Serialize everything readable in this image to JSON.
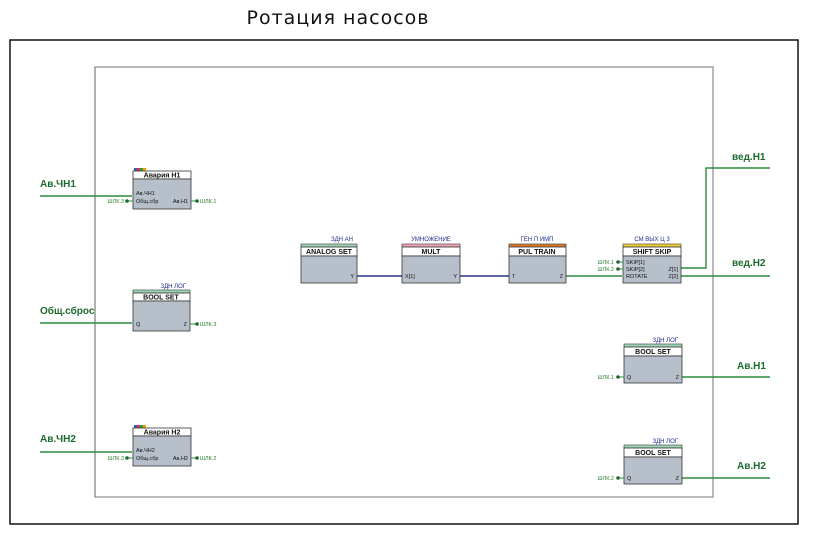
{
  "title": "Ротация насосов",
  "colors": {
    "frame": "#111111",
    "inner": "#8a8a8a",
    "wire_green": "#2f8a3a",
    "wire_blue": "#26348c",
    "block_body": "#b7c0ca",
    "block_border": "#333333",
    "header_green": "#9fd8b8",
    "header_pink": "#f3a6b8",
    "header_orange": "#e07a2a",
    "header_yellow": "#f1d332",
    "signal_text": "#1b6b2e"
  },
  "signals": {
    "in_av_chn1": "Ав.ЧН1",
    "in_reset": "Общ.сброс",
    "in_av_chn2": "Ав.ЧН2",
    "out_ved_n1": "вед.Н1",
    "out_ved_n2": "вед.Н2",
    "out_av_n1": "Ав.Н1",
    "out_av_n2": "Ав.Н2"
  },
  "blocks": {
    "alarm1": {
      "title": "Авария Н1",
      "in1": "Ав.ЧН1",
      "in2": "Общ.сбр",
      "out": "Ав.Н1",
      "left_tag": "ШЛК.3",
      "right_tag": "ШЛК.1"
    },
    "boolset1": {
      "caption": "ЗДН ЛОГ",
      "title": "BOOL SET",
      "port_in": "Q",
      "port_out": "Z",
      "right_tag": "ШЛК.3"
    },
    "alarm2": {
      "title": "Авария Н2",
      "in1": "Ав.ЧН2",
      "in2": "Общ.сбр",
      "out": "Ав.Н2",
      "left_tag": "ШЛК.3",
      "right_tag": "ШЛК.2"
    },
    "analogset": {
      "caption": "ЗДН АН",
      "title": "ANALOG SET",
      "port_out": "Y"
    },
    "mult": {
      "caption": "УМНОЖЕНИЕ",
      "title": "MULT",
      "port_in": "X[1]",
      "port_out": "Y"
    },
    "pultrain": {
      "caption": "ГЕН П ИМП",
      "title": "PUL TRAIN",
      "port_in": "T",
      "port_out": "Z"
    },
    "shiftskip": {
      "caption": "СМ ВЫХ Ц 3",
      "title": "SHIFT SKIP",
      "in1": "SKIP[1]",
      "in2": "SKIP[2]",
      "in3": "ROTATE",
      "out1": "Z[1]",
      "out2": "Z[2]",
      "tag1": "ШЛК.1",
      "tag2": "ШЛК.2"
    },
    "boolset2": {
      "caption": "ЗДН ЛОГ",
      "title": "BOOL SET",
      "port_in": "Q",
      "port_out": "Z",
      "left_tag": "ШЛК.1"
    },
    "boolset3": {
      "caption": "ЗДН ЛОГ",
      "title": "BOOL SET",
      "port_in": "Q",
      "port_out": "Z",
      "left_tag": "ШЛК.2"
    }
  }
}
